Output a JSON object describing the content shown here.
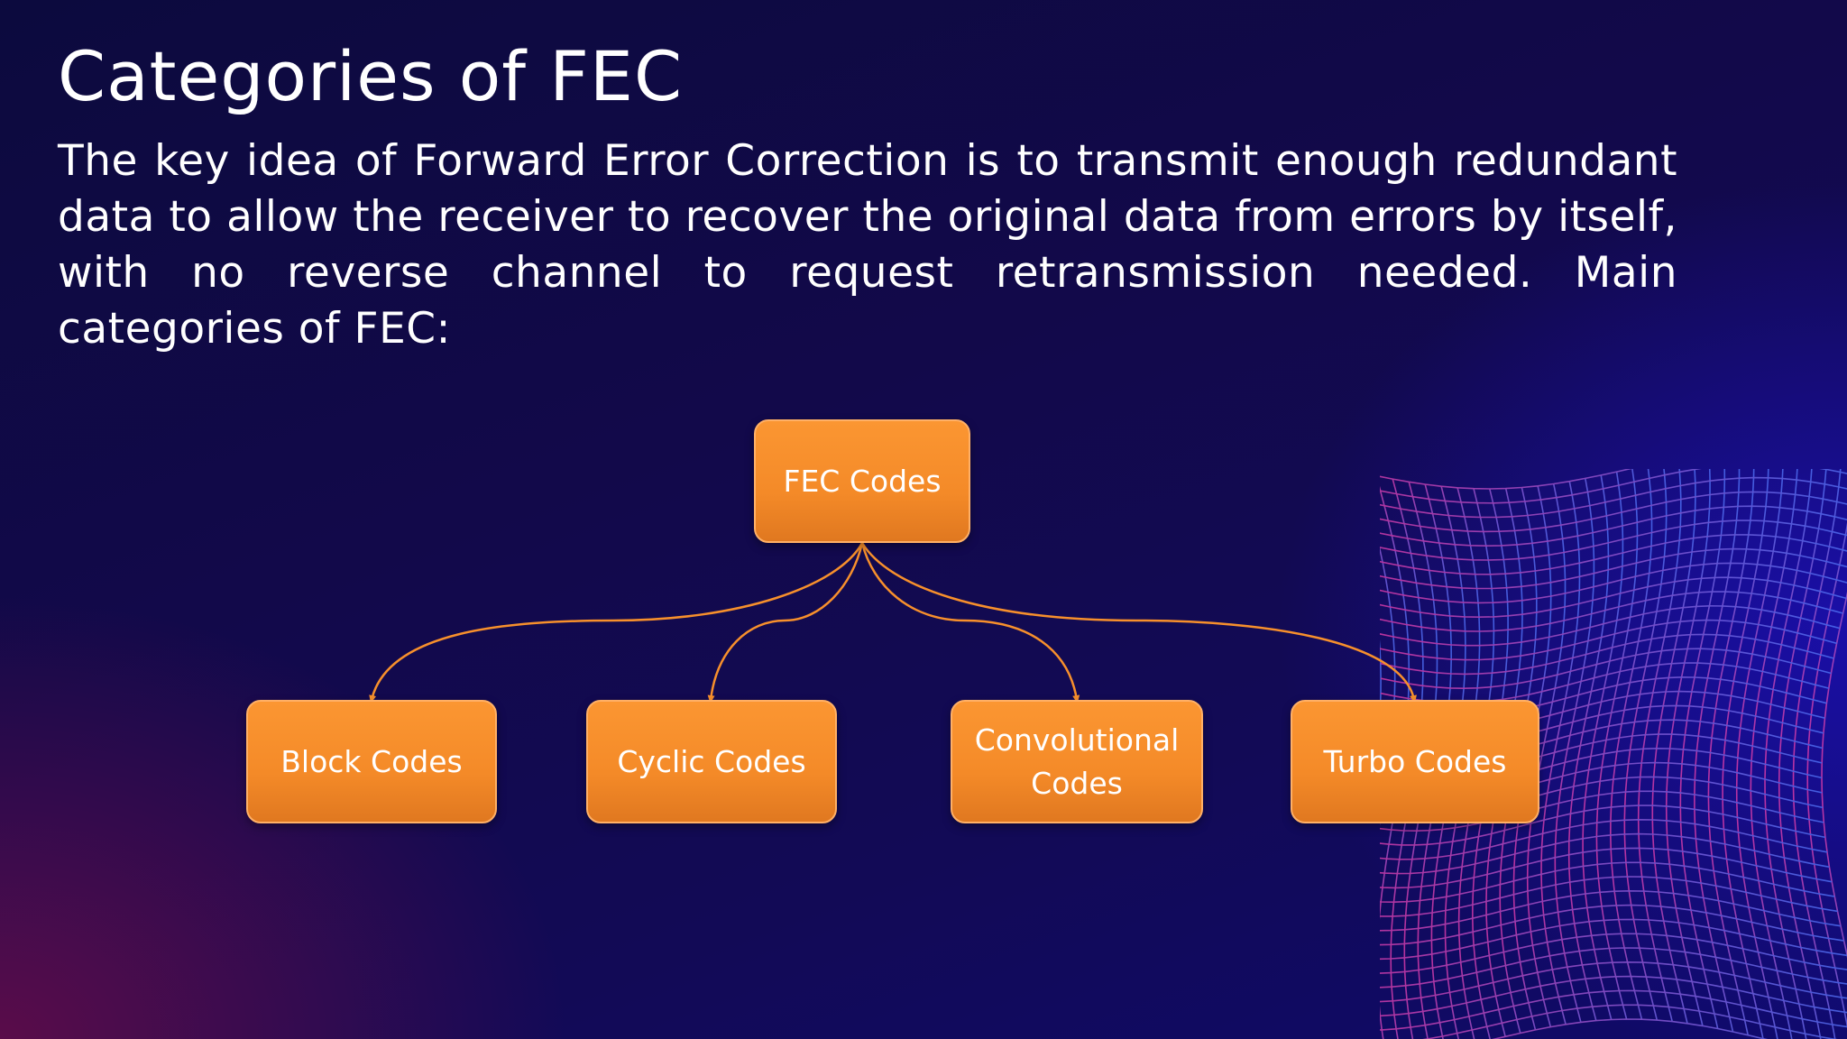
{
  "slide": {
    "title": "Categories of FEC",
    "body": "The key idea of Forward Error Correction is to transmit enough redundant data to allow the receiver to recover the original data from errors by itself, with no reverse channel to request retransmission needed. Main categories of FEC:"
  },
  "diagram": {
    "root": {
      "label": "FEC Codes"
    },
    "children": [
      {
        "label": "Block Codes"
      },
      {
        "label": "Cyclic Codes"
      },
      {
        "label": "Convolutional Codes"
      },
      {
        "label": "Turbo Codes"
      }
    ]
  },
  "colors": {
    "node_fill": "#f7902c",
    "node_border": "#ffb066",
    "connector": "#f7902c",
    "mesh_left": "#d63aa8",
    "mesh_right": "#4b6cf0"
  }
}
